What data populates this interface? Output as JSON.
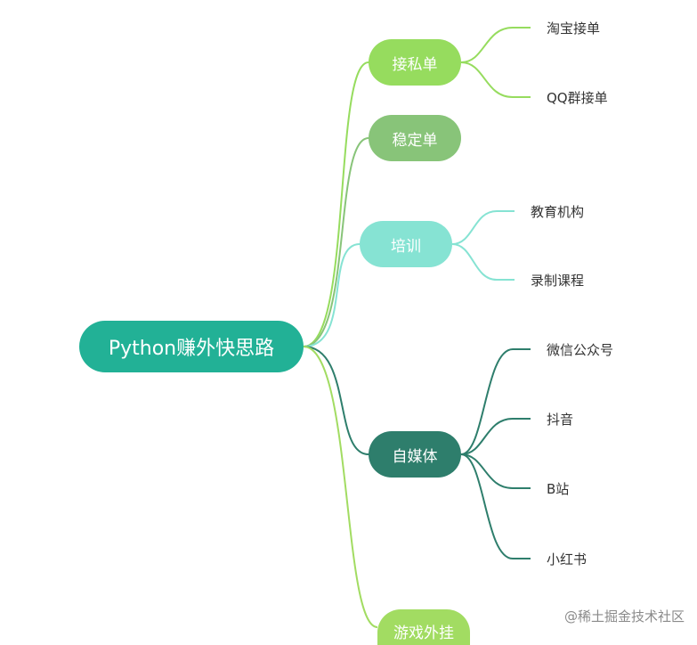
{
  "mindmap": {
    "root": {
      "label": "Python赚外快思路",
      "color": "#22b196"
    },
    "branches": [
      {
        "label": "接私单",
        "color": "#96dc5e",
        "children": [
          "淘宝接单",
          "QQ群接单"
        ]
      },
      {
        "label": "稳定单",
        "color": "#88c479",
        "children": []
      },
      {
        "label": "培训",
        "color": "#86e3d3",
        "children": [
          "教育机构",
          "录制课程"
        ]
      },
      {
        "label": "自媒体",
        "color": "#2e7e6c",
        "children": [
          "微信公众号",
          "抖音",
          "B站",
          "小红书"
        ]
      },
      {
        "label": "游戏外挂",
        "color": "#a2dc62",
        "children": []
      }
    ]
  },
  "watermark": "@稀土掘金技术社区"
}
